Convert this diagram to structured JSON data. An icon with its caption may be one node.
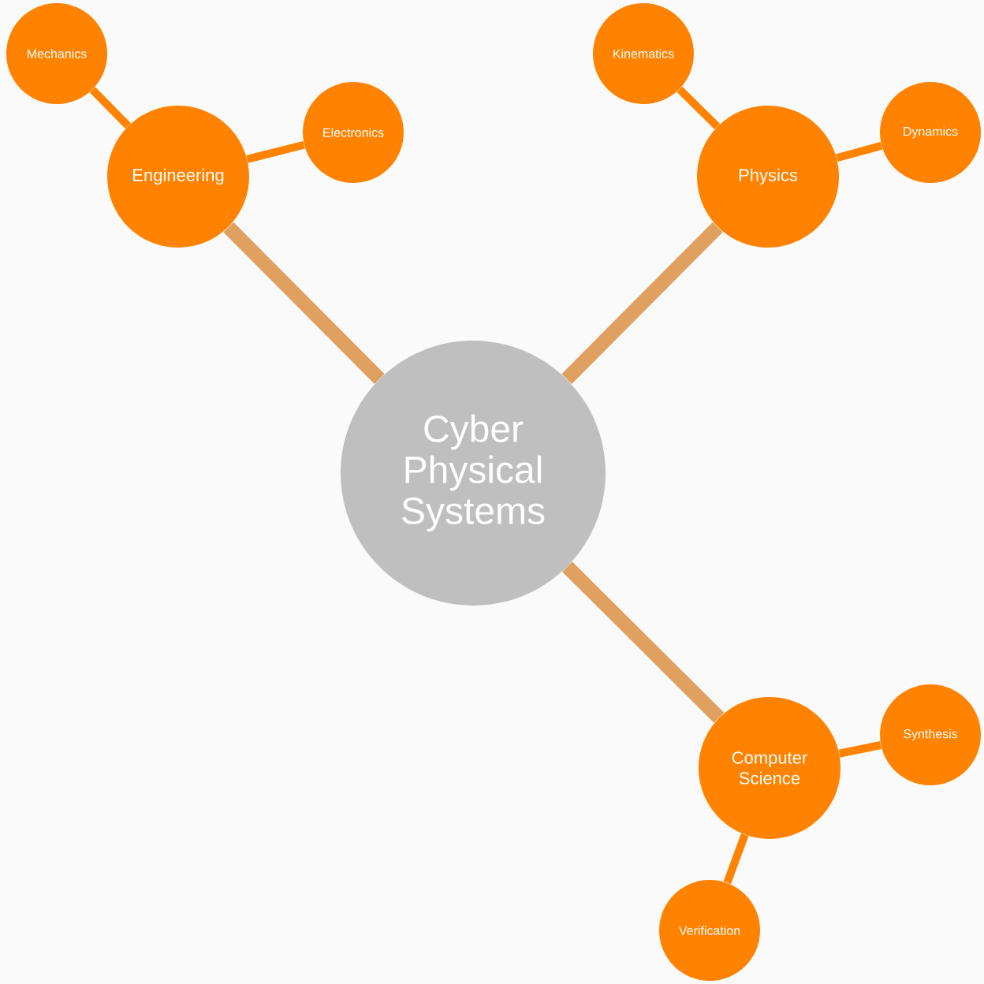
{
  "diagram": {
    "nodes": [
      {
        "text": [
          "Cyber Physical Systems"
        ]
      },
      {
        "text": [
          "Engineering"
        ]
      },
      {
        "text": [
          "Mechanics"
        ]
      },
      {
        "text": [
          "Electronics"
        ]
      },
      {
        "text": [
          "Physics"
        ]
      },
      {
        "text": [
          "Kinematics"
        ]
      },
      {
        "text": [
          "Dynamics"
        ]
      },
      {
        "text": [
          "Computer Science"
        ]
      },
      {
        "text": [
          "Synthesis"
        ]
      },
      {
        "text": [
          "Verification"
        ]
      }
    ],
    "edges": [
      {
        "from": 0,
        "to": 1,
        "arrow": "none",
        "style": "thick",
        "color": "#e0a060"
      },
      {
        "from": 1,
        "to": 2,
        "arrow": "none"
      },
      {
        "from": 1,
        "to": 3,
        "arrow": "none"
      },
      {
        "from": 0,
        "to": 4,
        "arrow": "none",
        "style": "thick",
        "color": "#e0a060"
      },
      {
        "from": 4,
        "to": 5,
        "arrow": "none"
      },
      {
        "from": 4,
        "to": 6,
        "arrow": "none"
      },
      {
        "from": 0,
        "to": 7,
        "arrow": "none",
        "style": "thick",
        "color": "#e0a060"
      },
      {
        "from": 7,
        "to": 8,
        "arrow": "none"
      },
      {
        "from": 7,
        "to": 9,
        "arrow": "none"
      }
    ]
  }
}
